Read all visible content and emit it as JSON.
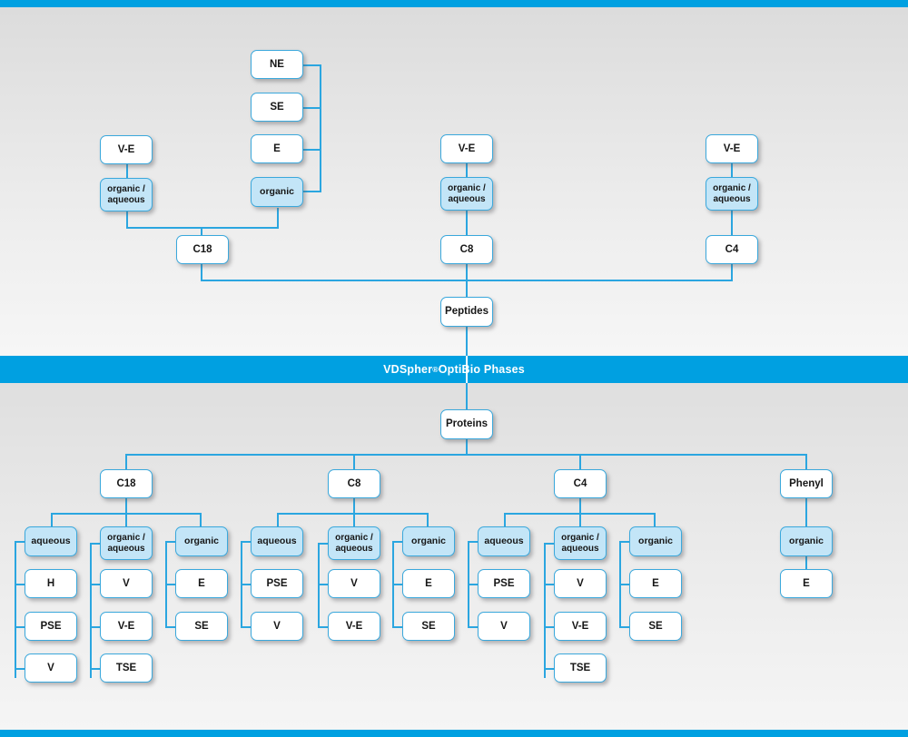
{
  "banner": {
    "brand": "VDSpher",
    "registered": "®",
    "rest": " OptiBio Phases"
  },
  "colors": {
    "accent": "#00a0e1",
    "line": "#2ba6e0",
    "box_border": "#3aa8dc",
    "box_fill_highlight": "#c3e5f7",
    "box_fill_plain": "#ffffff",
    "background_top": "#dcdcdc",
    "background_bottom": "#f5f5f5"
  },
  "peptides": {
    "root_label": "Peptides",
    "branches": [
      {
        "phase_label": "C18",
        "modes": [
          {
            "mode_label": "organic / aqueous",
            "highlight": true,
            "items": [
              {
                "label": "V-E"
              }
            ]
          },
          {
            "mode_label": "organic",
            "highlight": true,
            "items": [
              {
                "label": "NE"
              },
              {
                "label": "SE"
              },
              {
                "label": "E"
              }
            ]
          }
        ]
      },
      {
        "phase_label": "C8",
        "modes": [
          {
            "mode_label": "organic / aqueous",
            "highlight": true,
            "items": [
              {
                "label": "V-E"
              }
            ]
          }
        ]
      },
      {
        "phase_label": "C4",
        "modes": [
          {
            "mode_label": "organic / aqueous",
            "highlight": true,
            "items": [
              {
                "label": "V-E"
              }
            ]
          }
        ]
      }
    ]
  },
  "proteins": {
    "root_label": "Proteins",
    "branches": [
      {
        "phase_label": "C18",
        "modes": [
          {
            "mode_label": "aqueous",
            "highlight": true,
            "items": [
              {
                "label": "H"
              },
              {
                "label": "PSE"
              },
              {
                "label": "V"
              }
            ]
          },
          {
            "mode_label": "organic / aqueous",
            "highlight": true,
            "items": [
              {
                "label": "V"
              },
              {
                "label": "V-E"
              },
              {
                "label": "TSE"
              }
            ]
          },
          {
            "mode_label": "organic",
            "highlight": true,
            "items": [
              {
                "label": "E"
              },
              {
                "label": "SE"
              }
            ]
          }
        ]
      },
      {
        "phase_label": "C8",
        "modes": [
          {
            "mode_label": "aqueous",
            "highlight": true,
            "items": [
              {
                "label": "PSE"
              },
              {
                "label": "V"
              }
            ]
          },
          {
            "mode_label": "organic / aqueous",
            "highlight": true,
            "items": [
              {
                "label": "V"
              },
              {
                "label": "V-E"
              }
            ]
          },
          {
            "mode_label": "organic",
            "highlight": true,
            "items": [
              {
                "label": "E"
              },
              {
                "label": "SE"
              }
            ]
          }
        ]
      },
      {
        "phase_label": "C4",
        "modes": [
          {
            "mode_label": "aqueous",
            "highlight": true,
            "items": [
              {
                "label": "PSE"
              },
              {
                "label": "V"
              }
            ]
          },
          {
            "mode_label": "organic / aqueous",
            "highlight": true,
            "items": [
              {
                "label": "V"
              },
              {
                "label": "V-E"
              },
              {
                "label": "TSE"
              }
            ]
          },
          {
            "mode_label": "organic",
            "highlight": true,
            "items": [
              {
                "label": "E"
              },
              {
                "label": "SE"
              }
            ]
          }
        ]
      },
      {
        "phase_label": "Phenyl",
        "modes": [
          {
            "mode_label": "organic",
            "highlight": true,
            "items": [
              {
                "label": "E"
              }
            ]
          }
        ]
      }
    ]
  },
  "nodes": {
    "p_c18_ve": "V-E",
    "p_c18_oa": "organic / aqueous",
    "p_c18_org": "organic",
    "p_c18_ne": "NE",
    "p_c18_se": "SE",
    "p_c18_e": "E",
    "p_c18": "C18",
    "p_c8_ve": "V-E",
    "p_c8_oa": "organic / aqueous",
    "p_c8": "C8",
    "p_c4_ve": "V-E",
    "p_c4_oa": "organic / aqueous",
    "p_c4": "C4",
    "peptides": "Peptides",
    "proteins": "Proteins",
    "r_c18": "C18",
    "r_c8": "C8",
    "r_c4": "C4",
    "r_phenyl": "Phenyl",
    "r_c18_aq": "aqueous",
    "r_c18_aq_1": "H",
    "r_c18_aq_2": "PSE",
    "r_c18_aq_3": "V",
    "r_c18_oa": "organic / aqueous",
    "r_c18_oa_1": "V",
    "r_c18_oa_2": "V-E",
    "r_c18_oa_3": "TSE",
    "r_c18_org": "organic",
    "r_c18_org_1": "E",
    "r_c18_org_2": "SE",
    "r_c8_aq": "aqueous",
    "r_c8_aq_1": "PSE",
    "r_c8_aq_2": "V",
    "r_c8_oa": "organic / aqueous",
    "r_c8_oa_1": "V",
    "r_c8_oa_2": "V-E",
    "r_c8_org": "organic",
    "r_c8_org_1": "E",
    "r_c8_org_2": "SE",
    "r_c4_aq": "aqueous",
    "r_c4_aq_1": "PSE",
    "r_c4_aq_2": "V",
    "r_c4_oa": "organic / aqueous",
    "r_c4_oa_1": "V",
    "r_c4_oa_2": "V-E",
    "r_c4_oa_3": "TSE",
    "r_c4_org": "organic",
    "r_c4_org_1": "E",
    "r_c4_org_2": "SE",
    "r_ph_org": "organic",
    "r_ph_org_1": "E"
  }
}
